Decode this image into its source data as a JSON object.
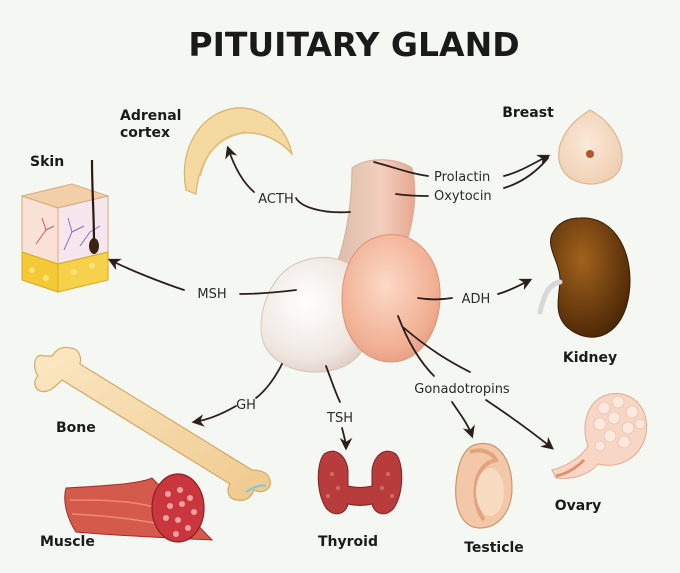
{
  "title": "PITUITARY GLAND",
  "hormones": {
    "acth": "ACTH",
    "prolactin": "Prolactin",
    "oxytocin": "Oxytocin",
    "msh": "MSH",
    "adh": "ADH",
    "gh": "GH",
    "tsh": "TSH",
    "gonadotropins": "Gonadotropins"
  },
  "organs": {
    "adrenal_cortex_line1": "Adrenal",
    "adrenal_cortex_line2": "cortex",
    "skin": "Skin",
    "breast": "Breast",
    "kidney": "Kidney",
    "bone": "Bone",
    "muscle": "Muscle",
    "thyroid": "Thyroid",
    "testicle": "Testicle",
    "ovary": "Ovary"
  },
  "colors": {
    "background": "#f5f8f2",
    "arrow": "#2b1f1c",
    "anterior_lobe": "#f0e9e4",
    "posterior_lobe": "#f0b49a",
    "kidney": "#6b3b0f",
    "thyroid": "#b83c3c",
    "muscle": "#c9363e",
    "bone": "#f3d9a7"
  }
}
